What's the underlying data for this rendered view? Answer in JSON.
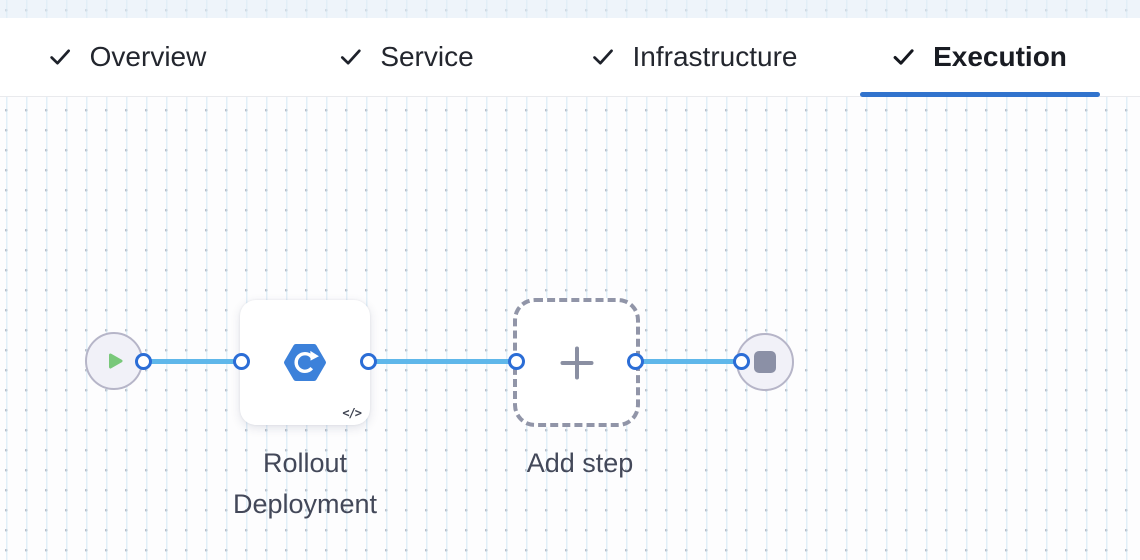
{
  "header": {
    "tabs": [
      {
        "label": "Overview",
        "completed": true,
        "active": false
      },
      {
        "label": "Service",
        "completed": true,
        "active": false
      },
      {
        "label": "Infrastructure",
        "completed": true,
        "active": false
      },
      {
        "label": "Execution",
        "completed": true,
        "active": true
      }
    ],
    "active_tab": "Execution"
  },
  "pipeline": {
    "start_node": {
      "icon": "play-icon"
    },
    "steps": [
      {
        "label": "Rollout Deployment",
        "icon": "rollout-hexagon-icon",
        "badge": "</>"
      }
    ],
    "add_step": {
      "label": "Add step",
      "icon": "plus-icon"
    },
    "end_node": {
      "icon": "stop-icon"
    }
  },
  "colors": {
    "active_tab_underline": "#3173cd",
    "connector_blue": "#5fb7ea",
    "port_border_blue": "#2b6dd6",
    "step_icon_blue": "#3c81da",
    "play_green": "#79c87a",
    "stop_gray": "#8b90a6",
    "dashed_border_gray": "#9195a8",
    "label_slate": "#434859"
  }
}
